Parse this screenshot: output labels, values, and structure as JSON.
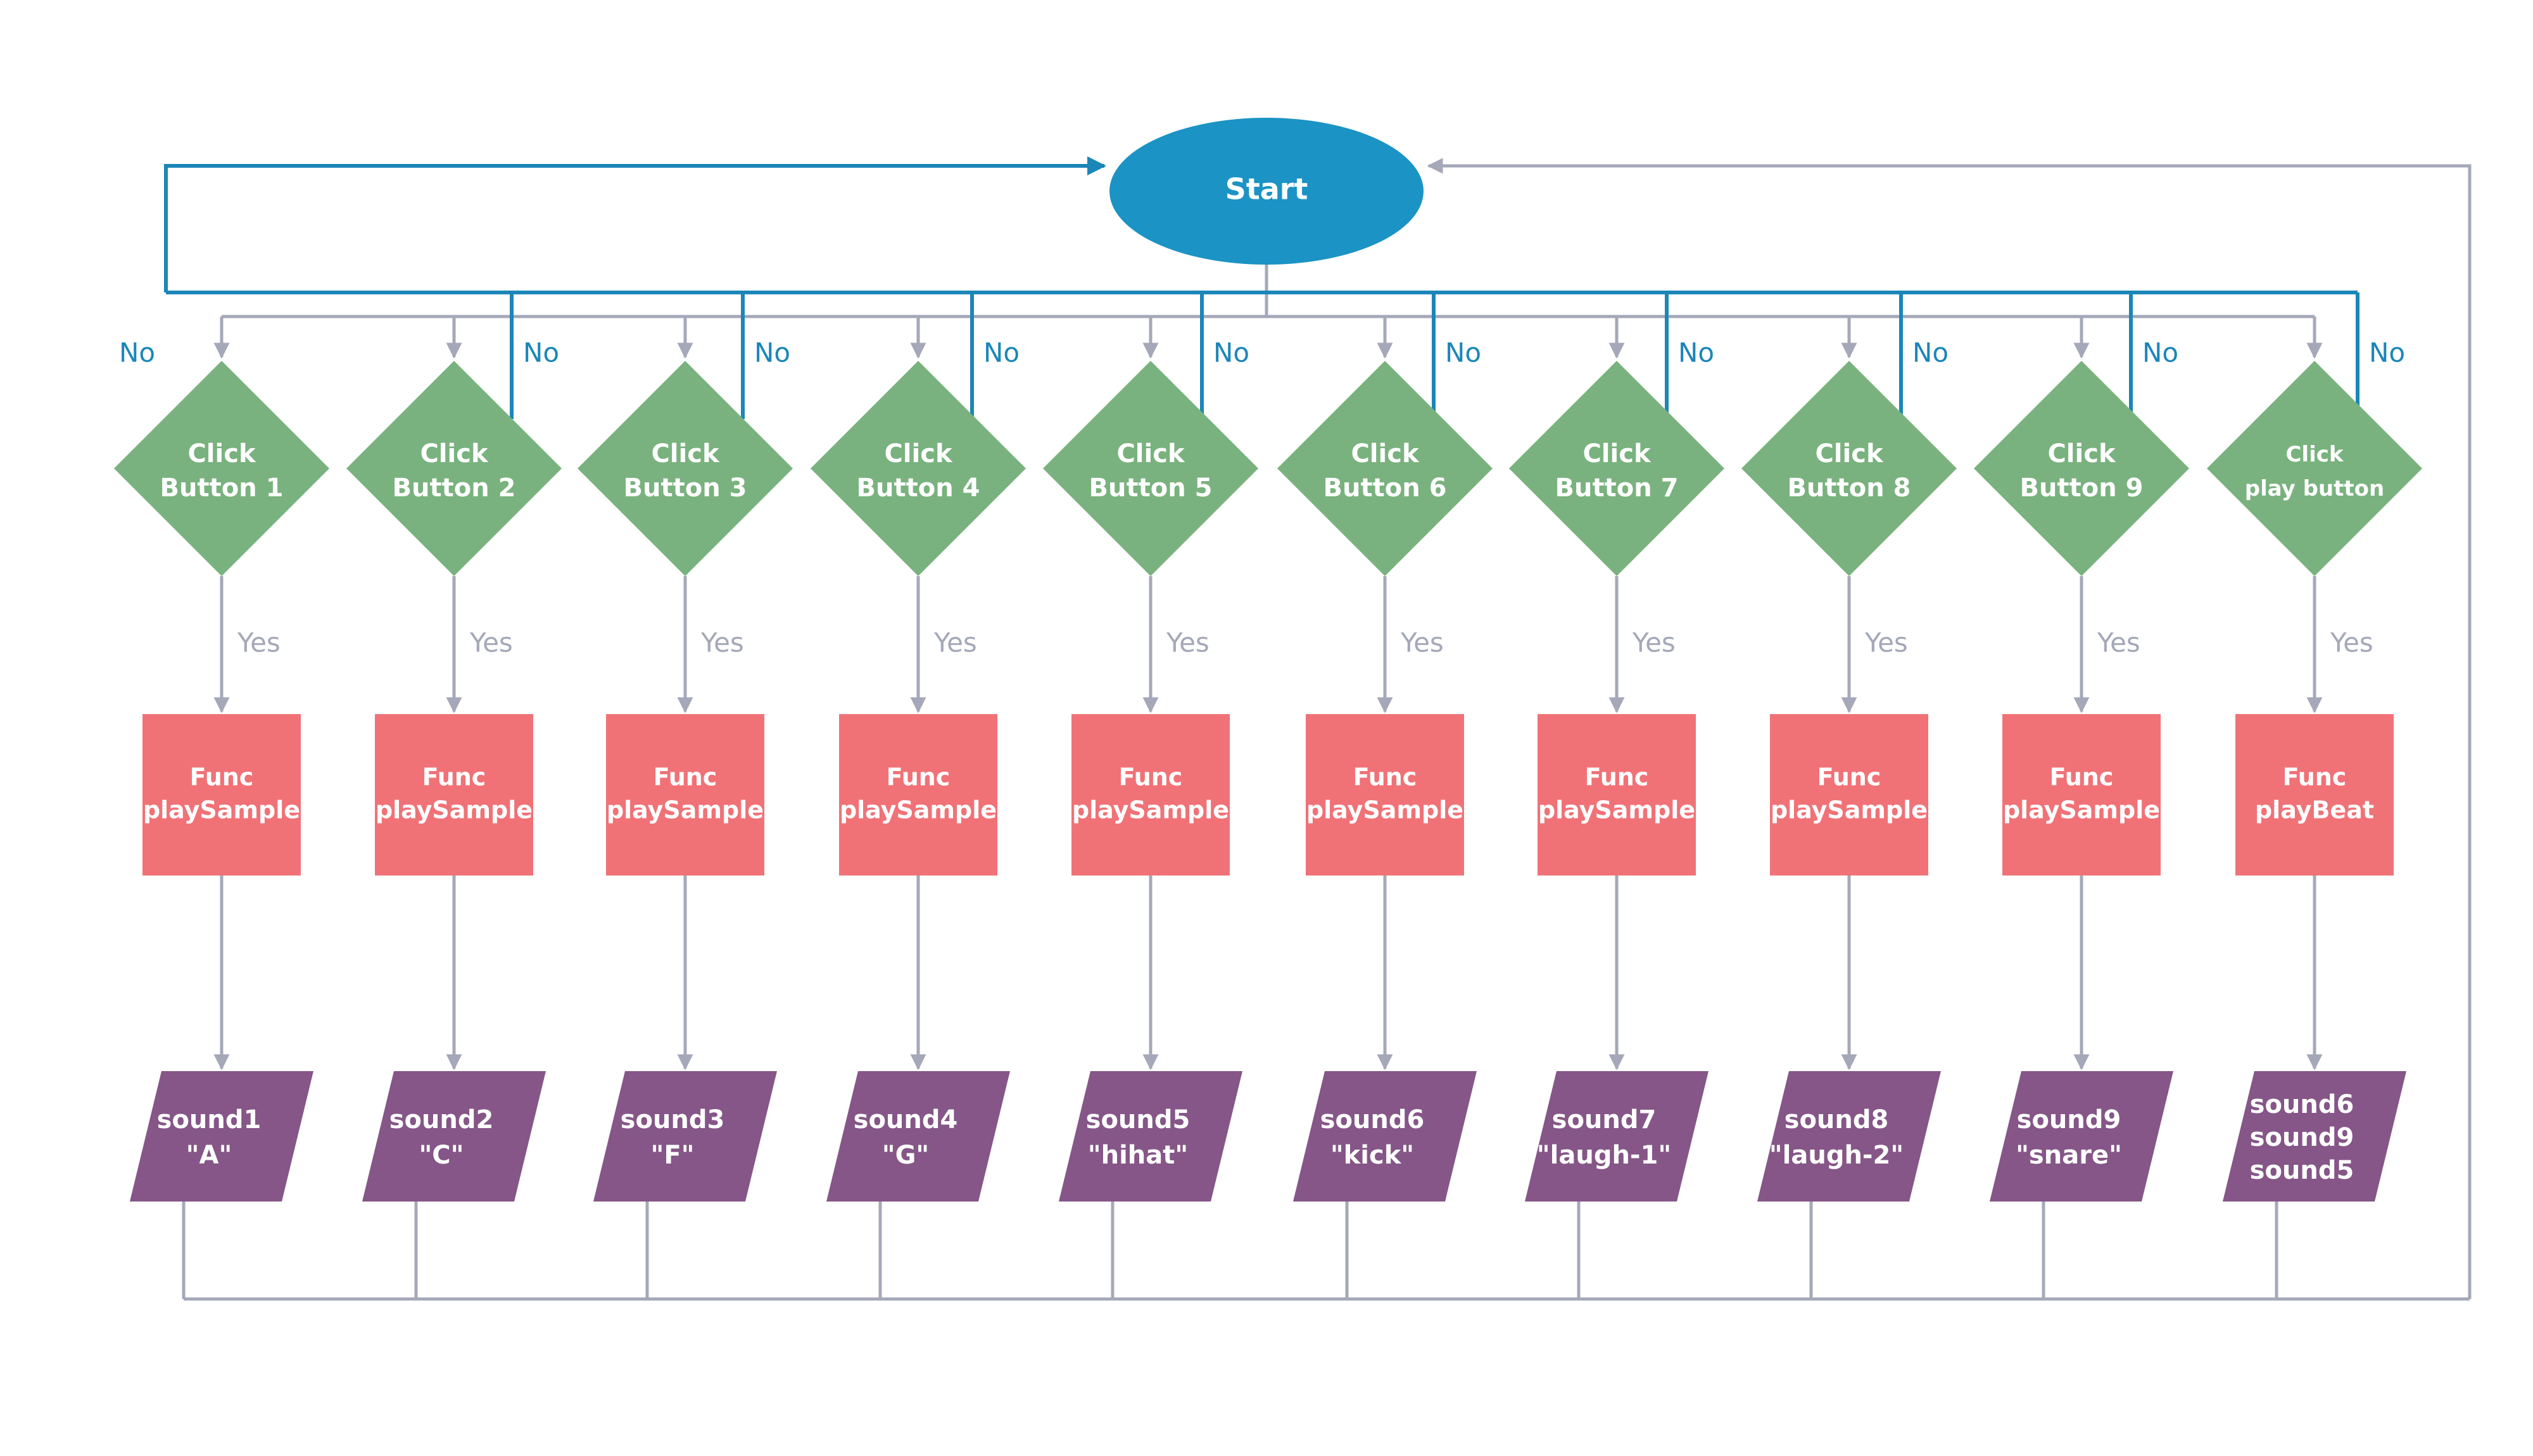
{
  "start": {
    "label": "Start",
    "color": "#1b93c4"
  },
  "colors": {
    "decision": "#79b27e",
    "process": "#f07277",
    "io": "#855687",
    "edge_main": "#a4a8b8",
    "edge_no": "#1b86b8"
  },
  "edge_labels": {
    "yes": "Yes",
    "no": "No"
  },
  "columns": [
    {
      "decision": [
        "Click",
        "Button 1"
      ],
      "process": [
        "Func",
        "playSample"
      ],
      "io": [
        "sound1",
        "\"A\""
      ]
    },
    {
      "decision": [
        "Click",
        "Button 2"
      ],
      "process": [
        "Func",
        "playSample"
      ],
      "io": [
        "sound2",
        "\"C\""
      ]
    },
    {
      "decision": [
        "Click",
        "Button 3"
      ],
      "process": [
        "Func",
        "playSample"
      ],
      "io": [
        "sound3",
        "\"F\""
      ]
    },
    {
      "decision": [
        "Click",
        "Button 4"
      ],
      "process": [
        "Func",
        "playSample"
      ],
      "io": [
        "sound4",
        "\"G\""
      ]
    },
    {
      "decision": [
        "Click",
        "Button 5"
      ],
      "process": [
        "Func",
        "playSample"
      ],
      "io": [
        "sound5",
        "\"hihat\""
      ]
    },
    {
      "decision": [
        "Click",
        "Button 6"
      ],
      "process": [
        "Func",
        "playSample"
      ],
      "io": [
        "sound6",
        "\"kick\""
      ]
    },
    {
      "decision": [
        "Click",
        "Button 7"
      ],
      "process": [
        "Func",
        "playSample"
      ],
      "io": [
        "sound7",
        "\"laugh-1\""
      ]
    },
    {
      "decision": [
        "Click",
        "Button 8"
      ],
      "process": [
        "Func",
        "playSample"
      ],
      "io": [
        "sound8",
        "\"laugh-2\""
      ]
    },
    {
      "decision": [
        "Click",
        "Button 9"
      ],
      "process": [
        "Func",
        "playSample"
      ],
      "io": [
        "sound9",
        "\"snare\""
      ]
    },
    {
      "decision": [
        "Click",
        "play button"
      ],
      "process": [
        "Func",
        "playBeat"
      ],
      "io": [
        "sound6",
        "sound9",
        "sound5"
      ]
    }
  ]
}
